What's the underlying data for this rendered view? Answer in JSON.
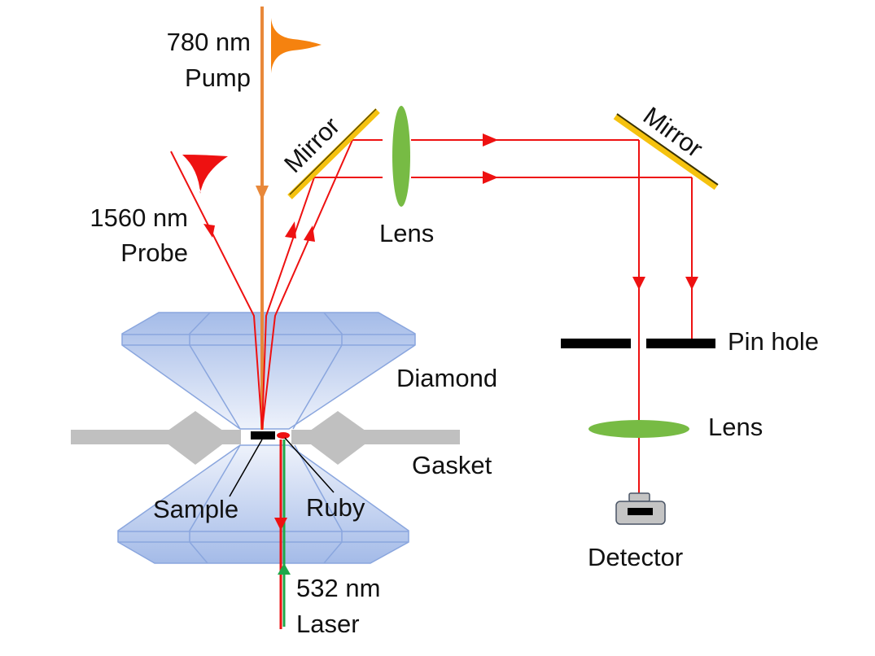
{
  "title": "Pump-probe optical setup with diamond anvil cell",
  "labels": {
    "pump_wavelength": "780 nm",
    "pump_name": "Pump",
    "probe_wavelength": "1560 nm",
    "probe_name": "Probe",
    "mirror_left": "Mirror",
    "mirror_right": "Mirror",
    "lens_top": "Lens",
    "lens_bottom": "Lens",
    "pinhole": "Pin hole",
    "diamond": "Diamond",
    "gasket": "Gasket",
    "sample": "Sample",
    "ruby": "Ruby",
    "detector": "Detector",
    "laser_wavelength": "532 nm",
    "laser_name": "Laser"
  },
  "colors": {
    "pump": "#e8883a",
    "pump_pulse": "#f5820f",
    "probe": "#ee1111",
    "laser": "#1fa84a",
    "mirror": "#f5c20f",
    "lens": "#77bb44",
    "diamond": "#a9bfe9",
    "diamond_edge": "#8aa6de",
    "gasket": "#c0c0c0",
    "detector": "#bfbfbf"
  }
}
